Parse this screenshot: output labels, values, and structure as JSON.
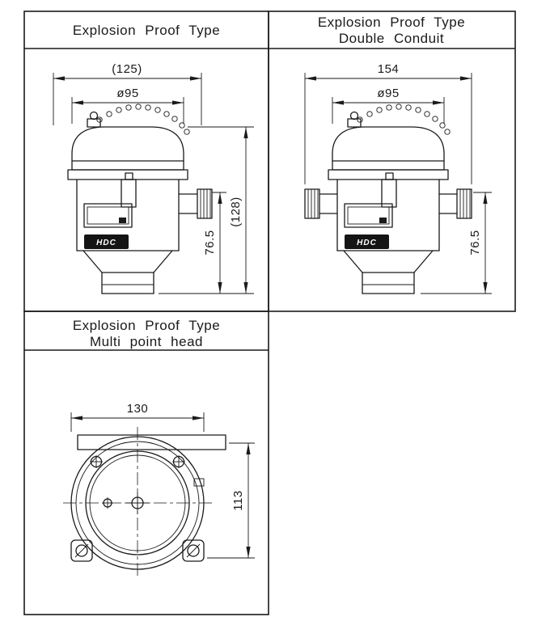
{
  "colors": {
    "ink": "#1a1a1a",
    "paper": "#ffffff"
  },
  "panel_single": {
    "title": "Explosion Proof Type",
    "dim_overall_width": "(125)",
    "dim_diameter": "ø95",
    "dim_body_height": "76.5",
    "dim_overall_height": "(128)",
    "brand": "HDC"
  },
  "panel_double": {
    "title_line1": "Explosion Proof Type",
    "title_line2": "Double Conduit",
    "dim_overall_width": "154",
    "dim_diameter": "ø95",
    "dim_body_height": "76.5",
    "brand": "HDC"
  },
  "panel_multi": {
    "title_line1": "Explosion Proof Type",
    "title_line2": "Multi point head",
    "dim_width": "130",
    "dim_height": "113"
  }
}
